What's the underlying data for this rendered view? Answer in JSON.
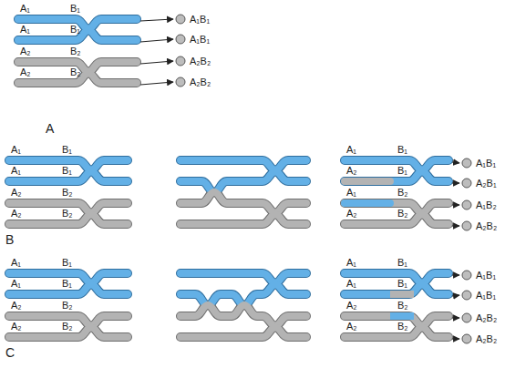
{
  "diagram": {
    "nodes": [
      {
        "text": [
          "A₁B₁"
        ]
      },
      {
        "text": [
          "A₁B₁"
        ]
      },
      {
        "text": [
          "A₂B₂"
        ]
      },
      {
        "text": [
          "A₂B₂"
        ]
      },
      {
        "text": [
          "A₁B₁"
        ]
      },
      {
        "text": [
          "A₂B₁"
        ]
      },
      {
        "text": [
          "A₁B₂"
        ]
      },
      {
        "text": [
          "A₂B₂"
        ]
      },
      {
        "text": [
          "A₁B₁"
        ]
      },
      {
        "text": [
          "A₁B₁"
        ]
      },
      {
        "text": [
          "A₂B₂"
        ]
      },
      {
        "text": [
          "A₂B₂"
        ]
      }
    ],
    "labels": [
      "A₁",
      "B₁",
      "A₁",
      "B₁",
      "A₂",
      "B₂",
      "A₂",
      "B₂",
      "A",
      "A₁",
      "B₁",
      "A₁",
      "B₁",
      "A₂",
      "B₂",
      "A₂",
      "B₂",
      "A₁",
      "B₁",
      "A₂",
      "B₁",
      "A₁",
      "B₂",
      "A₂",
      "B₂",
      "B",
      "A₁",
      "B₁",
      "A₁",
      "B₁",
      "A₂",
      "B₂",
      "A₂",
      "B₂",
      "A₁",
      "B₁",
      "A₁",
      "B₁",
      "A₂",
      "B₂",
      "A₂",
      "B₂",
      "C"
    ]
  }
}
